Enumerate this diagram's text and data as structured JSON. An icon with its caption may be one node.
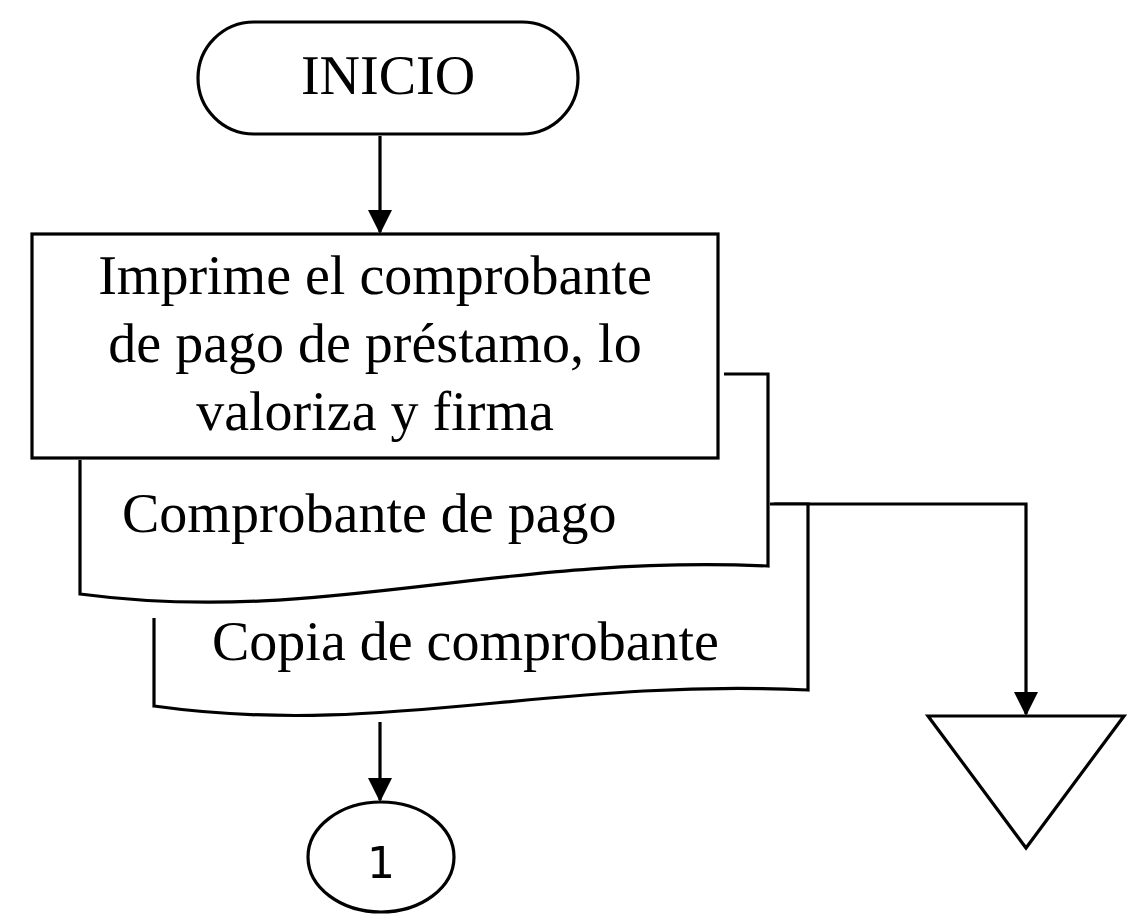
{
  "diagram": {
    "nodes": [
      {
        "text": [
          "INICIO"
        ]
      },
      {
        "text": [
          "Imprime el comprobante de pago de préstamo, lo valoriza y firma"
        ]
      },
      {
        "text": [
          "Comprobante de pago"
        ]
      },
      {
        "text": [
          "Copia de comprobante"
        ]
      },
      {
        "text": [],
        "shape": "triangle"
      },
      {
        "text": [
          "1"
        ]
      }
    ],
    "edges": [
      {
        "from": 0,
        "to": 1,
        "arrow": "to"
      },
      {
        "from": 2,
        "to": 4,
        "arrow": "to"
      },
      {
        "from": 3,
        "to": 5,
        "arrow": "to"
      }
    ]
  }
}
